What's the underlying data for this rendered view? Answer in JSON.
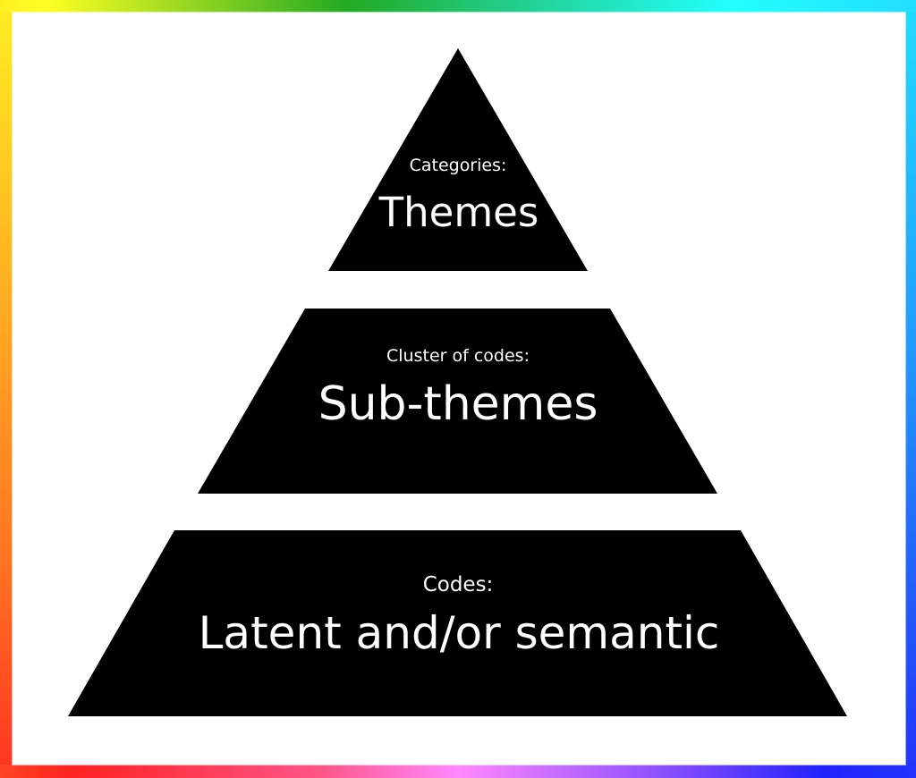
{
  "diagram": {
    "type": "pyramid",
    "border_gradient": {
      "top": [
        "#ffee22",
        "#ffff22",
        "#22aa22",
        "#22cc88",
        "#22ffff",
        "#22ddff"
      ],
      "bottom": [
        "#ff4422",
        "#ff2222",
        "#ff5588",
        "#ff88ff",
        "#9955ff",
        "#2222ff"
      ],
      "left": [
        "#ffee22",
        "#ffaa22",
        "#ff7722",
        "#ff3322"
      ],
      "right": [
        "#22ddff",
        "#2299ff",
        "#2255ff",
        "#2233ff"
      ]
    },
    "fill_color": "#000000",
    "text_color": "#ffffff",
    "levels": [
      {
        "subtitle": "Categories:",
        "title": "Themes"
      },
      {
        "subtitle": "Cluster of codes:",
        "title": "Sub-themes"
      },
      {
        "subtitle": "Codes:",
        "title": "Latent and/or semantic"
      }
    ]
  }
}
